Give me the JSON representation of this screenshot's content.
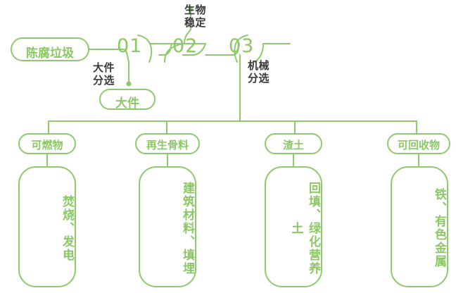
{
  "theme": {
    "green": "#8cc765",
    "green_line": "#8fc96d",
    "dark_text": "#3a3a3a",
    "background": "#ffffff"
  },
  "diagram": {
    "type": "process-flow",
    "source": {
      "label": "陈腐垃圾",
      "shape": "pill"
    },
    "stages": [
      {
        "number": "01",
        "annotation": "大件\n分选",
        "output": {
          "label": "大件",
          "shape": "pill"
        }
      },
      {
        "number": "02",
        "annotation": "生物\n稳定",
        "output": null
      },
      {
        "number": "03",
        "annotation": "机械\n分选",
        "output": null
      }
    ],
    "outputs": [
      {
        "label": "可燃物",
        "detail": "焚烧、发电"
      },
      {
        "label": "再生骨料",
        "detail": "建筑材料、填埋"
      },
      {
        "label": "渣土",
        "detail": "回填、绿化营养土"
      },
      {
        "label": "可回收物",
        "detail": "铁、有色金属"
      }
    ]
  }
}
